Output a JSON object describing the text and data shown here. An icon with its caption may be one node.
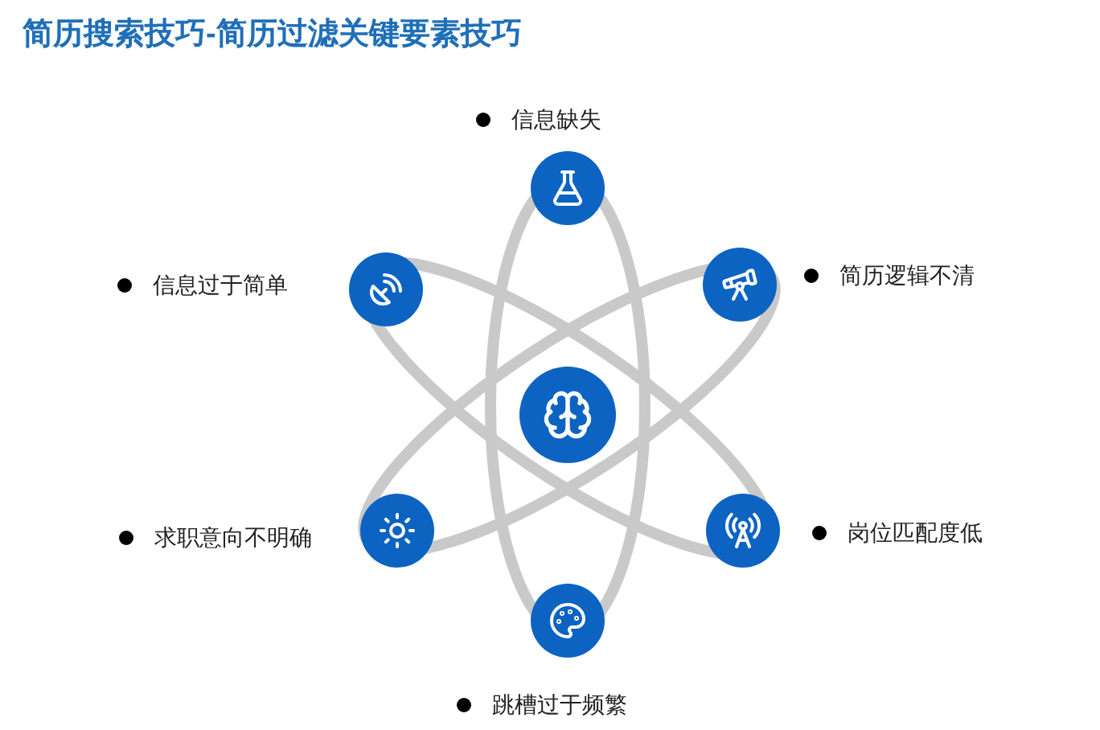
{
  "diagram": {
    "title": "简历搜索技巧-简历过滤关键要素技巧",
    "labels": [
      "信息缺失",
      "信息过于简单",
      "简历逻辑不清",
      "求职意向不明确",
      "岗位匹配度低",
      "跳槽过于频繁"
    ]
  }
}
